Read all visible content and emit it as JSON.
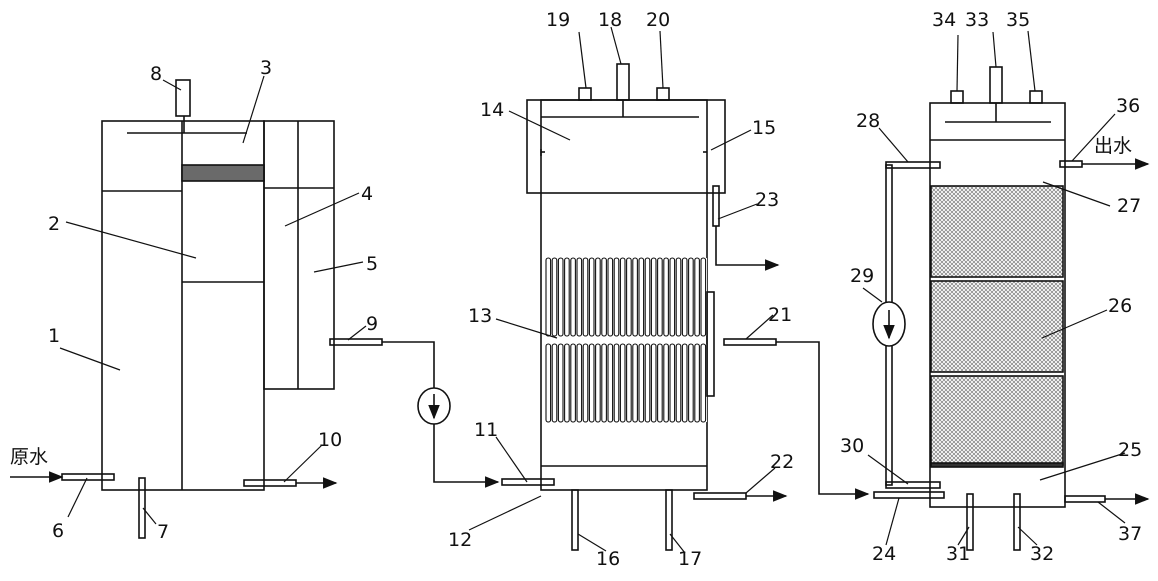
{
  "labels": {
    "n1": "1",
    "n2": "2",
    "n3": "3",
    "n4": "4",
    "n5": "5",
    "n6": "6",
    "n7": "7",
    "n8": "8",
    "n9": "9",
    "n10": "10",
    "n11": "11",
    "n12": "12",
    "n13": "13",
    "n14": "14",
    "n15": "15",
    "n16": "16",
    "n17": "17",
    "n18": "18",
    "n19": "19",
    "n20": "20",
    "n21": "21",
    "n22": "22",
    "n23": "23",
    "n24": "24",
    "n25": "25",
    "n26": "26",
    "n27": "27",
    "n28": "28",
    "n29": "29",
    "n30": "30",
    "n31": "31",
    "n32": "32",
    "n33": "33",
    "n34": "34",
    "n35": "35",
    "n36": "36",
    "n37": "37"
  },
  "flow_text": {
    "raw_water": "原水",
    "outlet_water": "出水"
  },
  "colors": {
    "line": "#111111",
    "dark_band": "#6a6a6a",
    "mesh": "#d9d9d9"
  }
}
